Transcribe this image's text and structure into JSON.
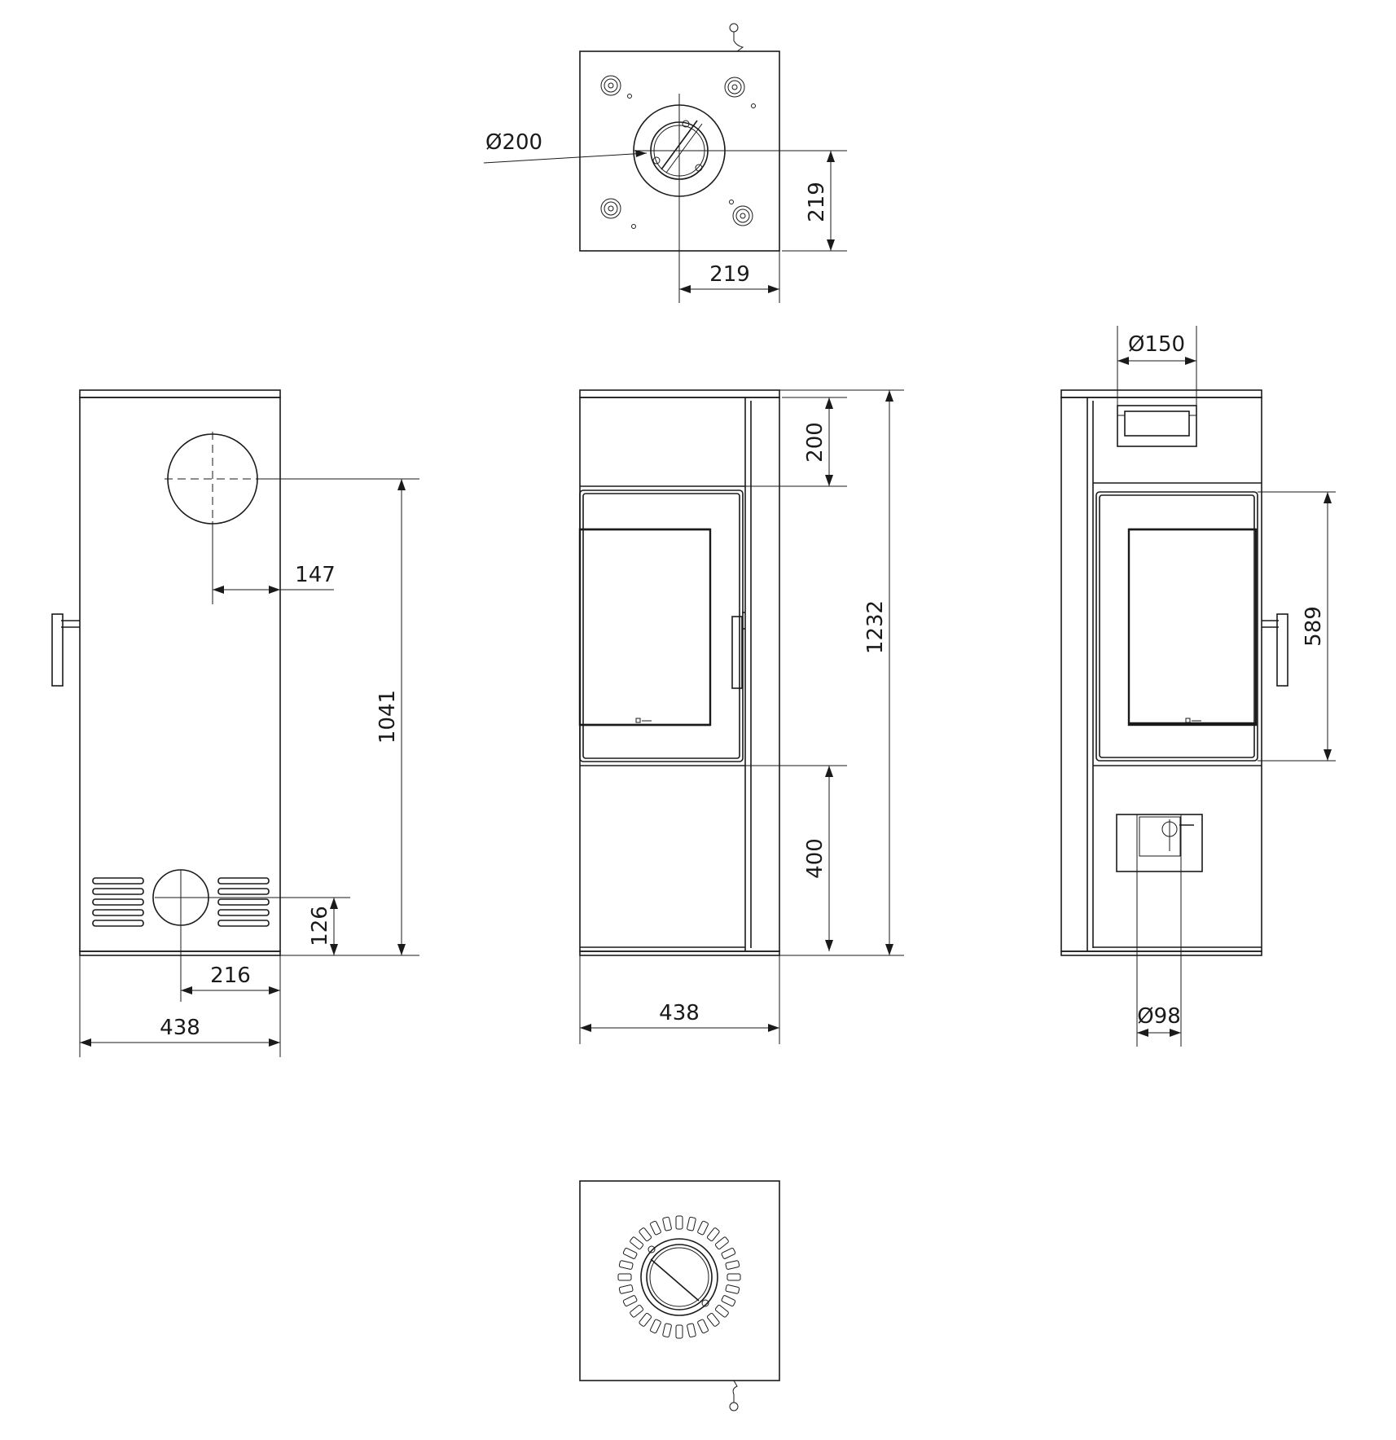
{
  "dimensions": {
    "top_flue_diameter": "Ø200",
    "top_offset_vertical": "219",
    "top_offset_horizontal": "219",
    "rear_flue_offset": "147",
    "rear_flue_height": "1041",
    "rear_air_inlet_height": "126",
    "rear_air_inlet_offset": "216",
    "rear_width": "438",
    "front_top_panel": "200",
    "front_total_height": "1232",
    "front_bottom_panel": "400",
    "front_width": "438",
    "side_top_outlet_diameter": "Ø150",
    "side_door_height": "589",
    "side_air_inlet_diameter": "Ø98"
  }
}
